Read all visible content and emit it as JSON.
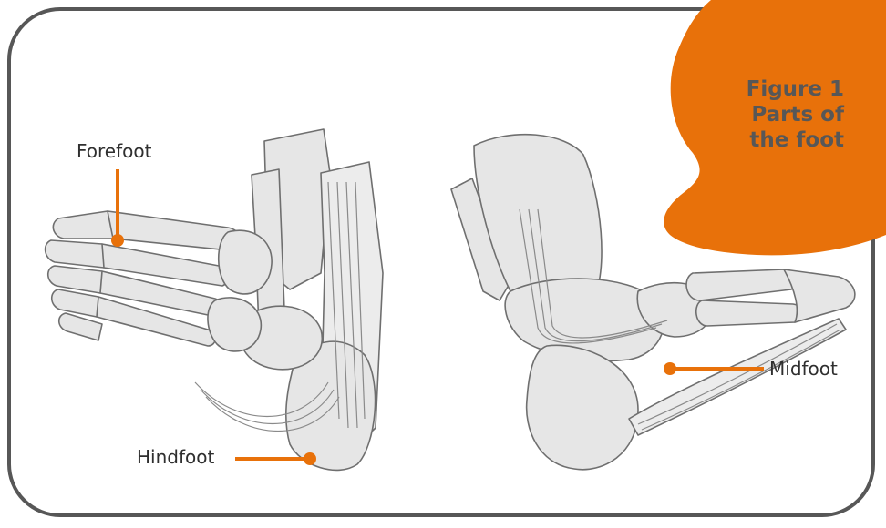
{
  "figure": {
    "title_line1": "Figure 1",
    "title_line2": "Parts of",
    "title_line3": "the foot"
  },
  "labels": {
    "forefoot": "Forefoot",
    "hindfoot": "Hindfoot",
    "midfoot": "Midfoot"
  },
  "colors": {
    "accent": "#e8710a",
    "frame": "#575757",
    "bone_fill": "#e6e6e6",
    "bone_stroke": "#6f6f6f"
  }
}
